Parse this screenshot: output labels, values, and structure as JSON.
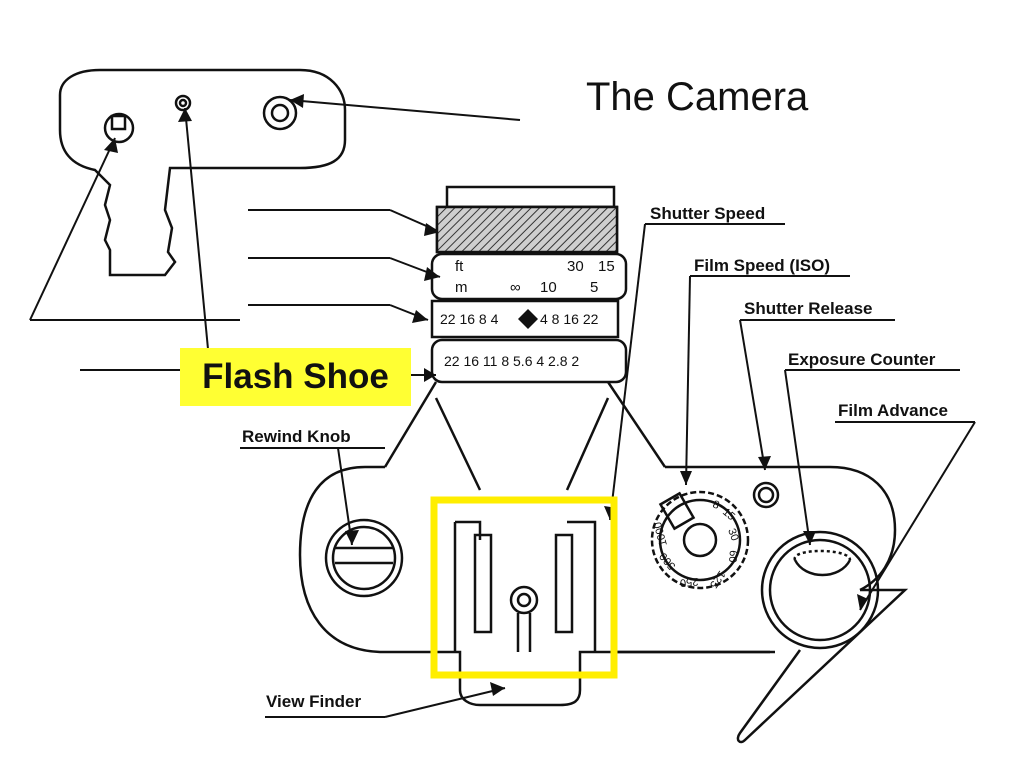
{
  "title": "The Camera",
  "labels": {
    "shutter_speed": "Shutter Speed",
    "film_speed": "Film Speed (ISO)",
    "shutter_release": "Shutter Release",
    "exposure_counter": "Exposure Counter",
    "film_advance": "Film Advance",
    "rewind_knob": "Rewind Knob",
    "view_finder": "View Finder"
  },
  "highlight": {
    "label": "Flash Shoe",
    "color": "#ffff33"
  },
  "box_color": "#ffee00",
  "lens_scales": {
    "distance_units": {
      "ft": "ft",
      "m": "m"
    },
    "distance_ft": [
      "30",
      "15"
    ],
    "distance_m": [
      "∞",
      "10",
      "5"
    ],
    "depth_of_field_left": "22 16 8 4",
    "depth_of_field_right": "4 8 16 22",
    "aperture": "22 16 11 8 5.6 4 2.8 2"
  },
  "dial_numbers": [
    "8",
    "15",
    "30",
    "60",
    "125",
    "250",
    "500",
    "1000"
  ]
}
